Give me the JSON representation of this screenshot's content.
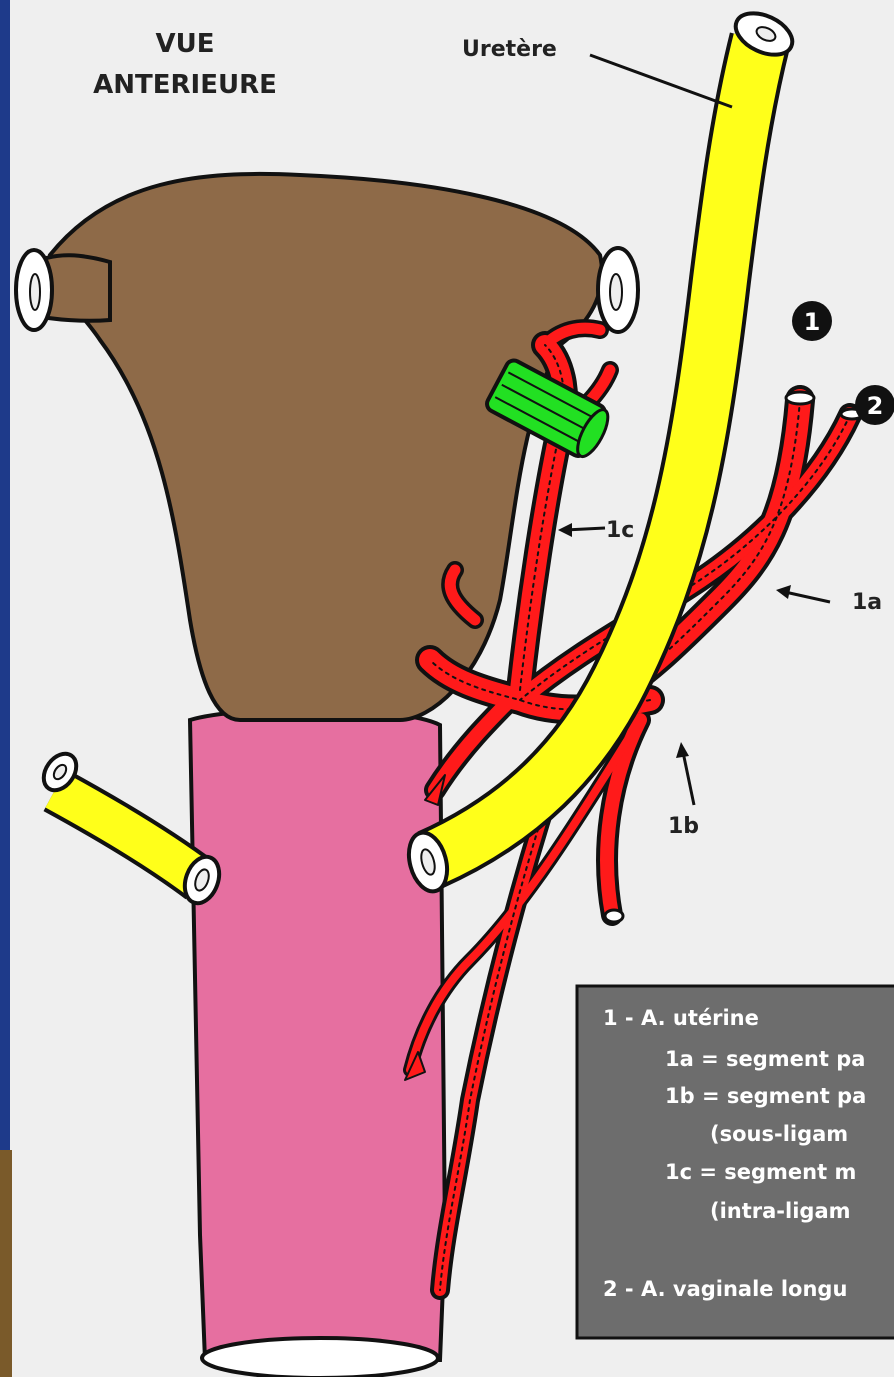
{
  "view_title_line1": "VUE",
  "view_title_line2": "ANTERIEURE",
  "labels": {
    "ureter": "Uretère",
    "num_1": "1",
    "num_2": "2",
    "label_1a": "1a",
    "label_1b": "1b",
    "label_1c": "1c"
  },
  "legend": {
    "line1": "1 - A. utérine",
    "line2": "1a = segment pa",
    "line3": "1b = segment pa",
    "line4": "(sous-ligam",
    "line5": "1c = segment m",
    "line6": "(intra-ligam",
    "line7": "2 - A. vaginale longu"
  },
  "colors": {
    "uterus": "#8e6a48",
    "vagina": "#e66fa0",
    "ureter": "#ffff1a",
    "artery": "#ff1a1a",
    "clamp": "#22e022",
    "legend_bg": "#6d6d6d",
    "side_band": "#1e3a8a"
  }
}
